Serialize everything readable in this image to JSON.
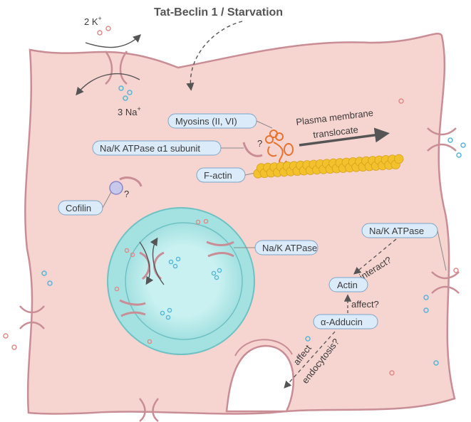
{
  "title": "Tat-Beclin 1 / Starvation",
  "ions": {
    "potassium": "2 K",
    "sodium": "3 Na",
    "plus": "+"
  },
  "labels": {
    "myosins": "Myosins (II, VI)",
    "na_k_alpha1": "Na/K ATPase α1 subunit",
    "f_actin": "F-actin",
    "cofilin": "Cofilin",
    "na_k_vesicle": "Na/K ATPase",
    "na_k_right": "Na/K ATPase",
    "actin": "Actin",
    "adducin": "α-Adducin"
  },
  "annotations": {
    "translocate_line1": "Plasma membrane",
    "translocate_line2": "translocate",
    "question_mark": "?",
    "interact": "interact?",
    "affect": "affect?",
    "endocytosis_line1": "affect",
    "endocytosis_line2": "endocytosis?"
  },
  "colors": {
    "cell_fill": "#f6d4d0",
    "cell_stroke": "#c98d95",
    "vesicle_fill": "#a4e2e2",
    "vesicle_stroke": "#6fc2c4",
    "vesicle_lumen": "#c7f0f0",
    "actin": "#f2c12c",
    "myosin": "#e8732e",
    "label_box": "#dcebfa",
    "arrow": "#555555"
  }
}
